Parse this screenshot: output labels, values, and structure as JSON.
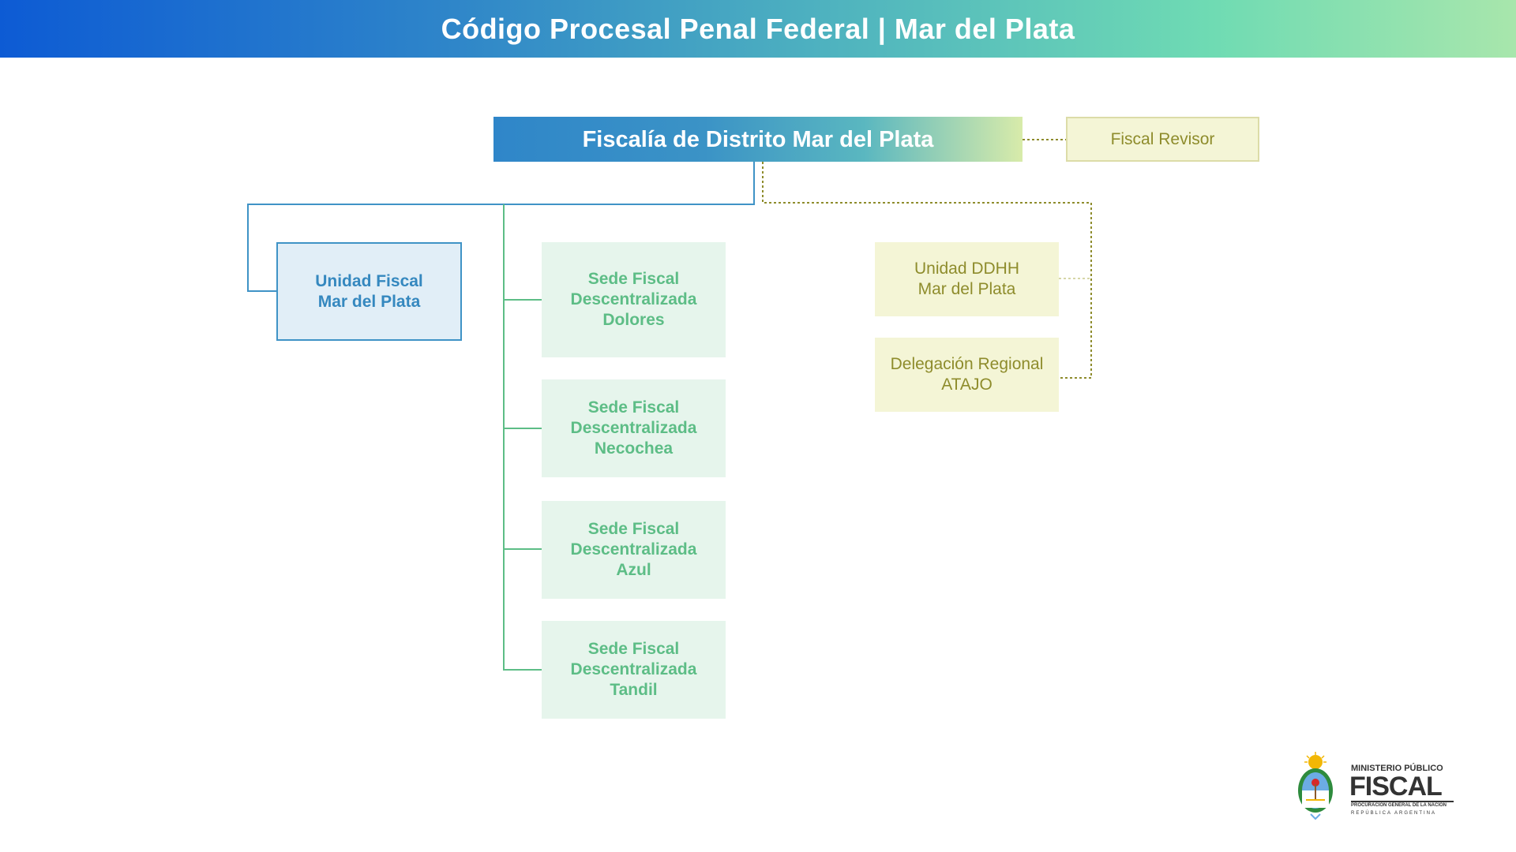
{
  "header": {
    "title": "Código Procesal Penal Federal | Mar del Plata"
  },
  "diagram": {
    "main": "Fiscalía de Distrito Mar del Plata",
    "revisor": "Fiscal Revisor",
    "unidad_fiscal": "Unidad Fiscal\nMar del Plata",
    "sedes": [
      "Sede Fiscal\nDescentralizada\nDolores",
      "Sede Fiscal\nDescentralizada\nNecochea",
      "Sede Fiscal\nDescentralizada\nAzul",
      "Sede Fiscal\nDescentralizada\nTandil"
    ],
    "unidad_ddhh": "Unidad DDHH\nMar del Plata",
    "delegacion": "Delegación Regional\nATAJO"
  },
  "logo": {
    "line1": "MINISTERIO PÚBLICO",
    "line2": "FISCAL",
    "line3": "PROCURACIÓN GENERAL DE LA NACIÓN",
    "line4": "REPÚBLICA ARGENTINA"
  },
  "colors": {
    "blue": "#3f93c6",
    "green": "#5dbd86",
    "olive": "#8e8c2c"
  }
}
